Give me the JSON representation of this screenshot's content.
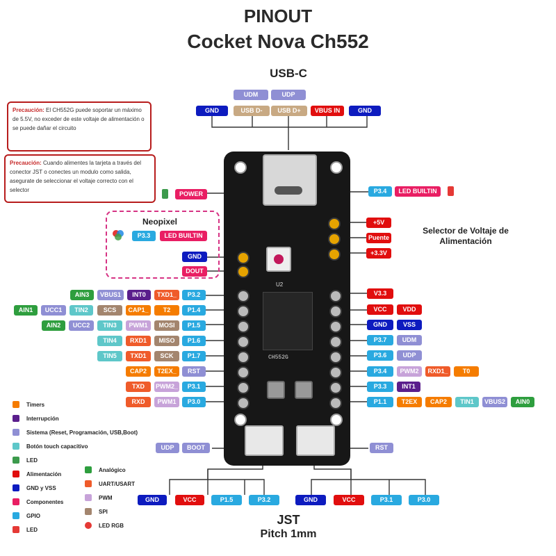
{
  "title": {
    "line1": "PINOUT",
    "line2": "Cocket Nova Ch552"
  },
  "usb_label": "USB-C",
  "usb_pins": {
    "udm": "UDM",
    "udp": "UDP",
    "gnd1": "GND",
    "usbdm": "USB D-",
    "usbdp": "USB D+",
    "vbus": "VBUS IN",
    "gnd2": "GND"
  },
  "warnings": {
    "w1_head": "Precaución:",
    "w1_text": " El CH552G puede soportar un máximo de 5.5V, no exceder de este voltaje de alimentación o se puede dañar el circuito",
    "w2_head": "Precaución:",
    "w2_text": " Cuando alimentes la tarjeta a través del conector JST o conectes un modulo como salida, asegurate de seleccionar el voltaje correcto con el selector"
  },
  "top_left": {
    "power": "POWER"
  },
  "top_right": {
    "p34": "P3.4",
    "led_builtin": "LED BUILTIN"
  },
  "neopixel": {
    "title": "Neopixel",
    "p33": "P3.3",
    "led_builtin": "LED BUILTIN",
    "gnd": "GND",
    "dout": "DOUT"
  },
  "selector": {
    "title": "Selector de Voltaje de Alimentación",
    "v5": "+5V",
    "puente": "Puente",
    "v33": "+3.3V"
  },
  "left_rows": [
    [
      "AIN3",
      "VBUS1",
      "INT0",
      "TXD1_",
      "P3.2"
    ],
    [
      "AIN1",
      "UCC1",
      "TIN2",
      "SCS",
      "CAP1_",
      "T2",
      "P1.4"
    ],
    [
      "AIN2",
      "UCC2",
      "TIN3",
      "PWM1",
      "MOSI",
      "P1.5"
    ],
    [
      "TIN4",
      "RXD1",
      "MISO",
      "P1.6"
    ],
    [
      "TIN5",
      "TXD1",
      "SCK",
      "P1.7"
    ],
    [
      "CAP2",
      "T2EX_",
      "RST"
    ],
    [
      "TXD",
      "PWM2_",
      "P3.1"
    ],
    [
      "RXD",
      "PWM1",
      "P3.0"
    ]
  ],
  "right_rows": [
    [
      "V3.3"
    ],
    [
      "VCC",
      "VDD"
    ],
    [
      "GND",
      "VSS"
    ],
    [
      "P3.7",
      "UDM"
    ],
    [
      "P3.6",
      "UDP"
    ],
    [
      "P3.4",
      "PWM2",
      "RXD1_",
      "T0"
    ],
    [
      "P3.3",
      "INT1"
    ],
    [
      "P1.1",
      "T2EX",
      "CAP2",
      "TIN1",
      "VBUS2",
      "AIN0"
    ]
  ],
  "bottom_side": {
    "udp": "UDP",
    "boot": "BOOT",
    "rst": "RST"
  },
  "jst_left": [
    "GND",
    "VCC",
    "P1.5",
    "P3.2"
  ],
  "jst_right": [
    "GND",
    "VCC",
    "P3.1",
    "P3.0"
  ],
  "jst_label": {
    "line1": "JST",
    "line2": "Pitch 1mm"
  },
  "board_text": {
    "chip": "CH552G",
    "u2": "U2"
  },
  "legend": [
    {
      "label": "Timers",
      "color": "#f57c00"
    },
    {
      "label": "Interrupción",
      "color": "#5a1e8c"
    },
    {
      "label": "Sistema (Reset, Programación, USB,Boot)",
      "color": "#8f8fd4"
    },
    {
      "label": "Botón touch capacitivo",
      "color": "#5ec7c9"
    },
    {
      "label": "LED",
      "color": "#3c9a4c"
    },
    {
      "label": "Alimentación",
      "color": "#e10e0e"
    },
    {
      "label": "GND y VSS",
      "color": "#0d1bbf"
    },
    {
      "label": "Componentes",
      "color": "#e91e63"
    },
    {
      "label": "GPIO",
      "color": "#29a9e0"
    },
    {
      "label": "LED",
      "color": "#e53935"
    }
  ],
  "legend2": [
    {
      "label": "Analógico",
      "color": "#2e9e3e"
    },
    {
      "label": "UART/USART",
      "color": "#ef5b2a"
    },
    {
      "label": "PWM",
      "color": "#c7a3d9"
    },
    {
      "label": "SPI",
      "color": "#a3856e"
    },
    {
      "label": "LED RGB",
      "color": "#e53935"
    }
  ]
}
